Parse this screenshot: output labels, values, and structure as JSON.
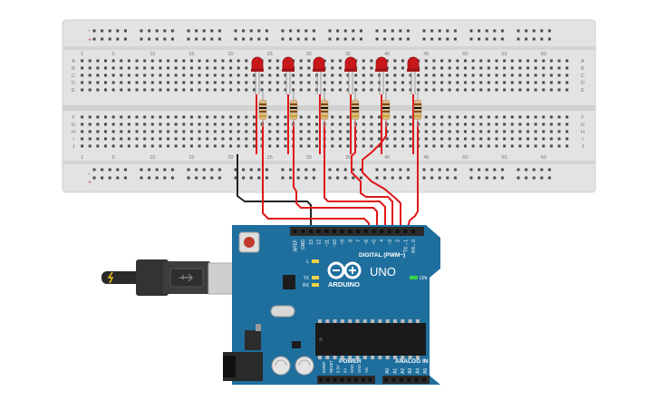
{
  "breadboard": {
    "column_numbers": [
      "1",
      "5",
      "10",
      "15",
      "20",
      "25",
      "30",
      "35",
      "40",
      "45",
      "50",
      "55",
      "60"
    ],
    "row_letters_top": [
      "A",
      "B",
      "C",
      "D",
      "E"
    ],
    "row_letters_bottom": [
      "F",
      "G",
      "H",
      "I",
      "J"
    ],
    "rail_plus": "+",
    "rail_minus": "-"
  },
  "arduino": {
    "brand": "ARDUINO",
    "model": "UNO",
    "on_label": "ON",
    "led_labels": [
      "L",
      "TX",
      "RX"
    ],
    "digital_header_label": "DIGITAL (PWM~)",
    "power_label": "POWER",
    "analog_label": "ANALOG IN",
    "digital_pins": [
      "AREF",
      "GND",
      "13",
      "12",
      "~11",
      "~10",
      "~9",
      "8",
      "7",
      "~6",
      "~5",
      "4",
      "~3",
      "2",
      "TX→1",
      "RX←0"
    ],
    "power_pins": [
      "IOREF",
      "RESET",
      "3.3V",
      "5V",
      "GND",
      "GND",
      "Vin"
    ],
    "analog_pins": [
      "A0",
      "A1",
      "A2",
      "A3",
      "A4",
      "A5"
    ]
  },
  "colors": {
    "breadboard": "#e3e3e3",
    "hole": "#4a4a4a",
    "board": "#1f6f9e",
    "wire_red": "#e0161a",
    "wire_black": "#222222",
    "led": "#c8181c",
    "resistor": "#d9b98a"
  }
}
